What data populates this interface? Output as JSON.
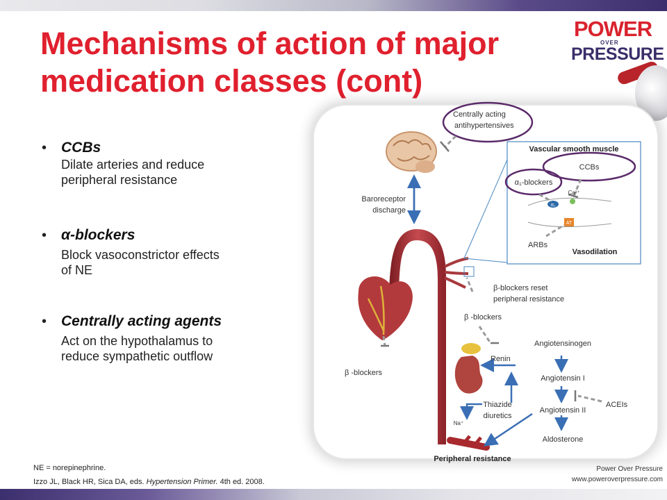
{
  "slide": {
    "title_line1": "Mechanisms of action of major",
    "title_line2": "medication classes (cont)"
  },
  "logo": {
    "line1": "POWER",
    "line2": "OVER",
    "line3": "PRESSURE"
  },
  "bullets": [
    {
      "head": "CCBs",
      "body1": "Dilate arteries and reduce",
      "body2": "peripheral resistance"
    },
    {
      "head": "α-blockers",
      "body1": "Block vasoconstrictor effects",
      "body2": "of NE"
    },
    {
      "head": "Centrally acting agents",
      "body1": "Act on the hypothalamus to",
      "body2": "reduce sympathetic outflow"
    }
  ],
  "footnote": {
    "abbrev": "NE = norepinephrine.",
    "ref_authors": "Izzo JL, Black HR, Sica DA, eds.",
    "ref_title": "Hypertension Primer.",
    "ref_edition": "4th ed. 2008."
  },
  "credit": {
    "line1": "Power Over Pressure",
    "line2": "www.poweroverpressure.com"
  },
  "diagram": {
    "central_line1": "Centrally acting",
    "central_line2": "antihypertensives",
    "baro_line1": "Baroreceptor",
    "baro_line2": "discharge",
    "vsm_title": "Vascular smooth muscle",
    "ccbs": "CCBs",
    "alpha_blockers": "α₁-blockers",
    "ca": "Ca²⁺",
    "alpha_receptor": "α₁",
    "at_receptor": "AT",
    "arbs": "ARBs",
    "vasodilation": "Vasodilation",
    "beta_reset_line1": "β-blockers reset",
    "beta_reset_line2": "peripheral resistance",
    "beta_blockers_upper": "β -blockers",
    "beta_blockers_heart": "β -blockers",
    "angiotensinogen": "Angiotensinogen",
    "renin": "Renin",
    "angiotensin1": "Angiotensin I",
    "angiotensin2": "Angiotensin II",
    "aceis": "ACEIs",
    "thiazide_line1": "Thiazide",
    "thiazide_line2": "diuretics",
    "sodium": "Na⁺",
    "aldosterone": "Aldosterone",
    "peripheral_resistance": "Peripheral resistance"
  }
}
